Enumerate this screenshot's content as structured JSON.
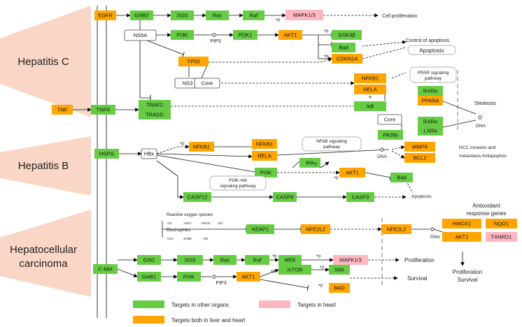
{
  "colors": {
    "green": "#66cc44",
    "orange": "#ffa500",
    "pink": "#ffb6c1",
    "funnel": "#f9d6c6",
    "dashed_divider": "#bbbbbb"
  },
  "regions": {
    "hepatitis_c": "Hepatitis C",
    "hepatitis_b": "Hepatitis B",
    "hcc_line1": "Hepatocellular",
    "hcc_line2": "carcinoma"
  },
  "nodes": {
    "egfr": "EGFR",
    "grb2": "GRB2",
    "sos": "SOS",
    "ras": "Ras",
    "raf": "Raf",
    "mapk13": "MAPK1/3",
    "ns5a": "NS5A",
    "pi3k": "PI3K",
    "pdk1": "PDK1",
    "akt1": "AKT1",
    "gsk3b": "GSK3β",
    "bad": "Bad",
    "cdkn1a": "CDKN1A",
    "tp53": "TP53",
    "ns3": "NS3",
    "core": "Core",
    "nfkb1": "NFKB1",
    "rela": "RELA",
    "ikb": "IκB",
    "tnf": "TNF",
    "tnfr": "TNFR",
    "traf2": "TRAF2",
    "tradd": "TRADD",
    "rxra1": "RXRα",
    "ppara": "PPARA",
    "core2": "Core",
    "rxra2": "RXRα",
    "lxra": "LXRα",
    "pa28g": "PA28γ",
    "hspg": "HSPG",
    "hbx": "HBx",
    "nfkb1_b1": "NFKB1",
    "nfkb1_b2": "NFKB1",
    "rela_b": "RELA",
    "ikk": "IKK",
    "pi3k_b": "PI3K",
    "akt1_b": "AKT1",
    "bad_b": "Bad",
    "mmp9": "MMP9",
    "bcl2": "BCL2",
    "casp12": "CASP12",
    "casp9": "CASP9",
    "casp3": "CASP3",
    "keap1": "KEAP1",
    "nfe2l2_1": "NFE2L2",
    "nfe2l2_2": "NFE2L2",
    "hmox1": "HMOX1",
    "nqo1": "NQO1",
    "akt1_c1": "AKT1",
    "txnrd1": "TXNRD1",
    "cmet": "C-Met",
    "grb2_c": "Grb2",
    "sos_c": "SOS",
    "ras_c": "Ras",
    "raf_c": "Raf",
    "mek": "MEK",
    "mapk13_c": "MAPK1/3",
    "gab1": "GAB1",
    "pi3k_c": "PI3K",
    "akt1_c2": "AKT1",
    "mtor": "mTOR",
    "s6k": "S6K",
    "bad_c": "BAD"
  },
  "labels": {
    "cell_proliferation": "Cell proliferation",
    "control_of_apoptosis": "Control of apoptosis",
    "apoptosis": "Apoptosis",
    "ppar_line1": "PPAR signaling",
    "ppar_line2": "pathway",
    "steatosis": "Steatosis",
    "dna": "DNA",
    "nfkb_line1": "NFκB signaling",
    "nfkb_line2": "pathway",
    "pi3k_line1": "PI3K-Akt",
    "pi3k_line2": "signaling pathway",
    "hcc_line1": "HCC invasion and",
    "hcc_line2": "metastasis Antiapoptsis",
    "ros": "Reactive oxygen species",
    "electrophiles": "Electrophiles",
    "antiox_line1": "Antioxidant",
    "antiox_line2": "response genes",
    "proliferation": "Proliferation",
    "proliferation_survival_1": "Proliferation",
    "proliferation_survival_2": "Survival",
    "survival": "Survival",
    "pip3": "PIP3",
    "plus_p": "+p",
    "plus": "+",
    "o2": "O2·",
    "hocl": "HOCl",
    "h2o2": "HOO2",
    "oh": "·OH",
    "acro": "Acro",
    "hne": "4HNE",
    "no": "NO"
  },
  "legend": {
    "green_label": "Targets in other organs",
    "pink_label": "Targets in heart",
    "orange_label": "Targets both in liver and heart"
  }
}
